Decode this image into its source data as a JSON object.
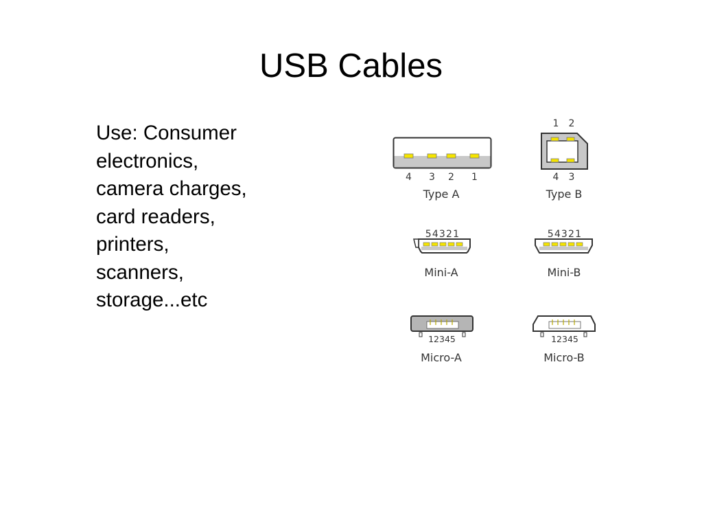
{
  "slide": {
    "title": "USB Cables",
    "body_lines": [
      "Use: Consumer",
      "electronics,",
      "camera charges,",
      "card readers,",
      "printers,",
      "scanners,",
      "storage...etc"
    ]
  },
  "diagram": {
    "connectors": [
      {
        "name": "Type A",
        "pin_labels": [
          "4",
          "3",
          "2",
          "1"
        ]
      },
      {
        "name": "Type B",
        "pin_labels_top": [
          "1",
          "2"
        ],
        "pin_labels_bottom": [
          "4",
          "3"
        ]
      },
      {
        "name": "Mini-A",
        "pin_labels": "54321"
      },
      {
        "name": "Mini-B",
        "pin_labels": "54321"
      },
      {
        "name": "Micro-A",
        "pin_labels": "12345"
      },
      {
        "name": "Micro-B",
        "pin_labels": "12345"
      }
    ],
    "colors": {
      "pin": "#f5e400",
      "shell_fill": "#cfcfcf",
      "outline": "#333333"
    }
  }
}
